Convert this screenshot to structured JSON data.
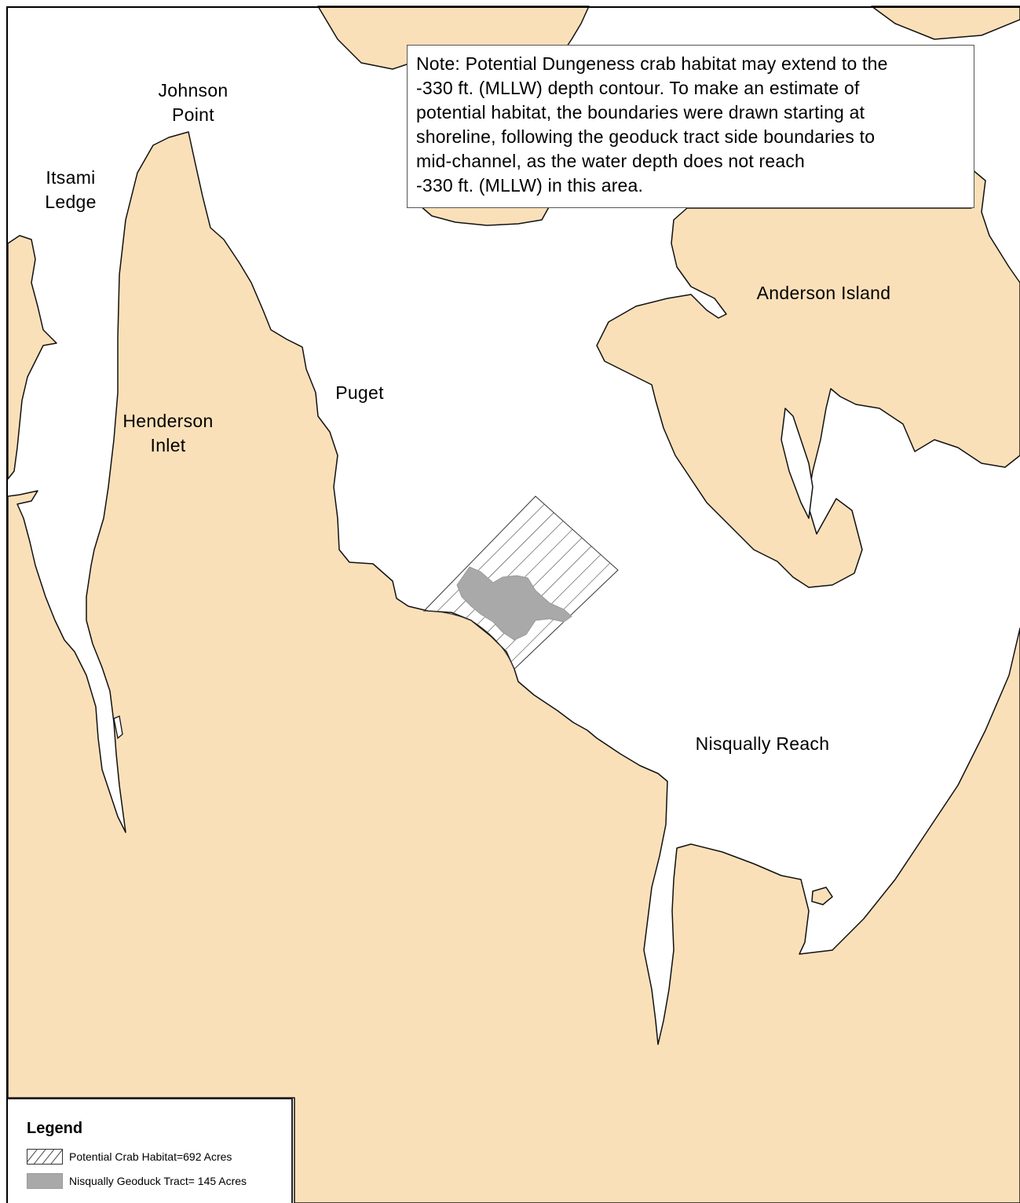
{
  "colors": {
    "land": "#fae0b9",
    "water": "#ffffff",
    "shoreline": "#111111",
    "geoduck_tract": "#a9a9a9",
    "hatch": "#333333"
  },
  "note": {
    "text": "Note:  Potential Dungeness crab habitat may extend to the\n-330 ft. (MLLW) depth contour.  To make an estimate of\npotential habitat, the boundaries were drawn starting at\nshoreline, following the geoduck tract side boundaries to\nmid-channel, as the water depth does not reach\n-330 ft. (MLLW) in this area."
  },
  "places": {
    "johnson_point": "Johnson\nPoint",
    "itsami_ledge": "Itsami\nLedge",
    "henderson_inlet": "Henderson\nInlet",
    "puget": "Puget",
    "anderson_island": "Anderson Island",
    "nisqually_reach": "Nisqually Reach"
  },
  "legend": {
    "title": "Legend",
    "items": [
      {
        "label": "Potential Crab Habitat=692 Acres",
        "pattern": "hatch"
      },
      {
        "label": "Nisqually Geoduck Tract= 145 Acres",
        "pattern": "solid-gray"
      }
    ]
  }
}
